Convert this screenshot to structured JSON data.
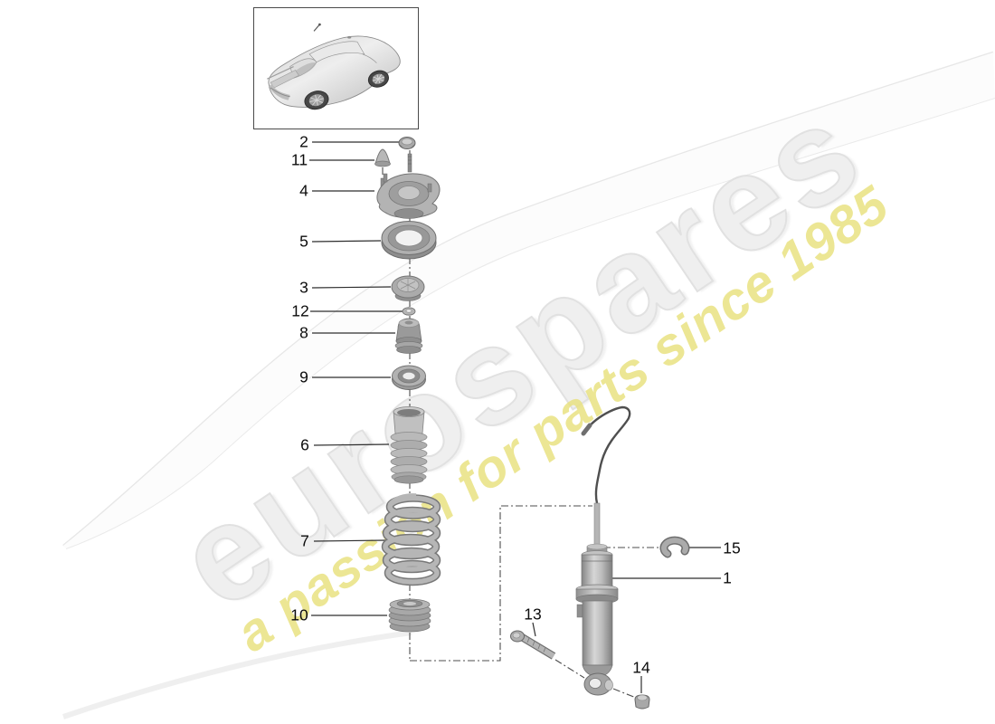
{
  "watermark": {
    "brand": "eurospares",
    "tagline": "a passion for parts since 1985",
    "brand_color": "#efefef",
    "tagline_color": "#e9e282"
  },
  "vehicle_box": {
    "illustration_icon": "porsche-911-rear-three-quarter-illustration"
  },
  "callouts": {
    "c1": {
      "label": "1"
    },
    "c2": {
      "label": "2"
    },
    "c3": {
      "label": "3"
    },
    "c4": {
      "label": "4"
    },
    "c5": {
      "label": "5"
    },
    "c6": {
      "label": "6"
    },
    "c7": {
      "label": "7"
    },
    "c8": {
      "label": "8"
    },
    "c9": {
      "label": "9"
    },
    "c10": {
      "label": "10"
    },
    "c11": {
      "label": "11"
    },
    "c12": {
      "label": "12"
    },
    "c13": {
      "label": "13"
    },
    "c14": {
      "label": "14"
    },
    "c15": {
      "label": "15"
    }
  },
  "part_icons": [
    {
      "ref": "1",
      "icon": "shock-absorber-icon"
    },
    {
      "ref": "2",
      "icon": "hex-nut-icon"
    },
    {
      "ref": "3",
      "icon": "spring-plate-icon"
    },
    {
      "ref": "4",
      "icon": "strut-mount-icon"
    },
    {
      "ref": "5",
      "icon": "bearing-ring-icon"
    },
    {
      "ref": "6",
      "icon": "dust-boot-icon"
    },
    {
      "ref": "7",
      "icon": "coil-spring-icon"
    },
    {
      "ref": "8",
      "icon": "bump-stop-icon"
    },
    {
      "ref": "9",
      "icon": "support-ring-icon"
    },
    {
      "ref": "10",
      "icon": "spring-pad-icon"
    },
    {
      "ref": "11",
      "icon": "protective-cap-icon"
    },
    {
      "ref": "12",
      "icon": "washer-icon"
    },
    {
      "ref": "13",
      "icon": "hex-bolt-icon"
    },
    {
      "ref": "14",
      "icon": "lock-nut-icon"
    },
    {
      "ref": "15",
      "icon": "retaining-clip-icon"
    }
  ]
}
